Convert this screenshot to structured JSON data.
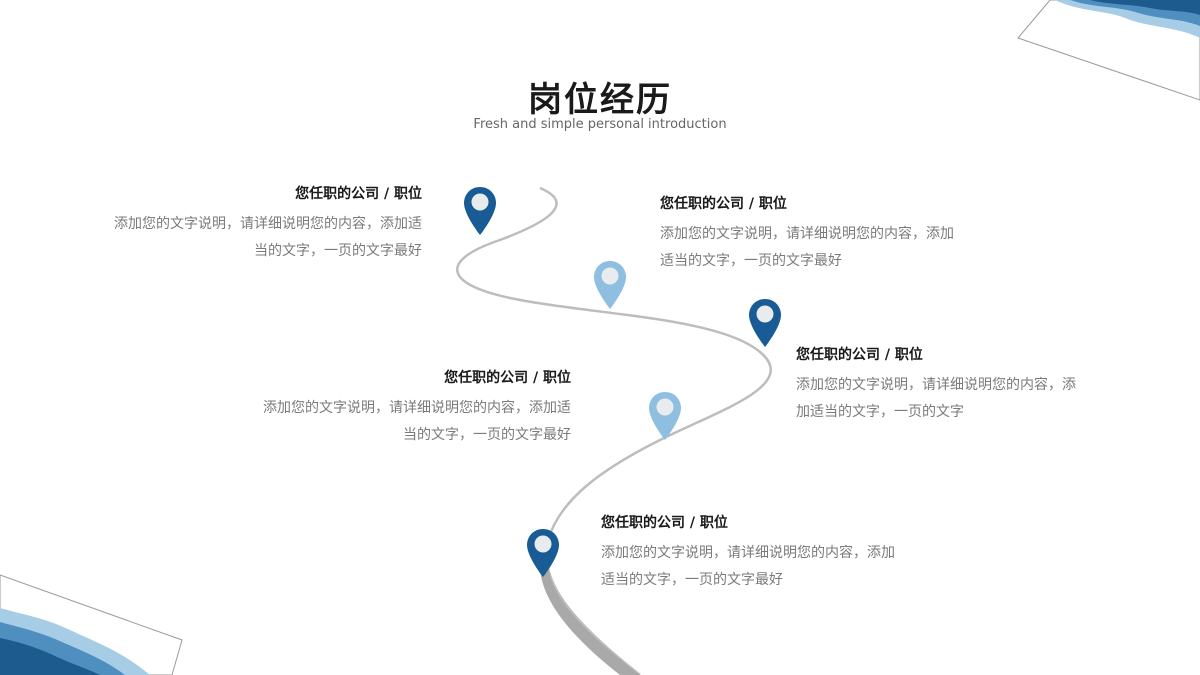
{
  "header": {
    "title": "岗位经历",
    "subtitle": "Fresh and simple personal introduction"
  },
  "colors": {
    "pin_dark": "#195b94",
    "pin_light": "#8ebfe0",
    "road": "#a9a9a9",
    "wave_dark": "#1d5a8e",
    "wave_mid": "#4f8fc0",
    "wave_light": "#a7cde6"
  },
  "entries": [
    {
      "heading": "您任职的公司 / 职位",
      "line1": "添加您的文字说明，请详细说明您的内容，添加适",
      "line2": "当的文字，一页的文字最好"
    },
    {
      "heading": "您任职的公司 / 职位",
      "line1": "添加您的文字说明，请详细说明您的内容，添加",
      "line2": "适当的文字，一页的文字最好"
    },
    {
      "heading": "您任职的公司 / 职位",
      "line1": "添加您的文字说明，请详细说明您的内容，添",
      "line2": "加适当的文字，一页的文字"
    },
    {
      "heading": "您任职的公司 / 职位",
      "line1": "添加您的文字说明，请详细说明您的内容，添加适",
      "line2": "当的文字，一页的文字最好"
    },
    {
      "heading": "您任职的公司 / 职位",
      "line1": "添加您的文字说明，请详细说明您的内容，添加",
      "line2": "适当的文字，一页的文字最好"
    }
  ],
  "pins": [
    {
      "icon": "map-pin-icon",
      "tone": "dark"
    },
    {
      "icon": "map-pin-icon",
      "tone": "light"
    },
    {
      "icon": "map-pin-icon",
      "tone": "dark"
    },
    {
      "icon": "map-pin-icon",
      "tone": "light"
    },
    {
      "icon": "map-pin-icon",
      "tone": "dark"
    }
  ]
}
